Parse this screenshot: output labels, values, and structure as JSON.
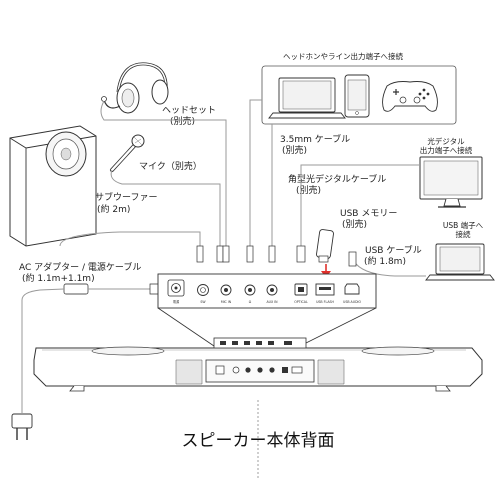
{
  "labels": {
    "headphone_line_out": "ヘッドホンやライン出力端子へ接続",
    "headset": "ヘッドセット",
    "headset_note": "(別売)",
    "mic": "マイク（別売）",
    "cable_35": "3.5mm ケーブル",
    "cable_35_note": "(別売)",
    "optical_in_line1": "光デジタル",
    "optical_in_line2": "出力端子へ接続",
    "subwoofer": "サブウーファー",
    "subwoofer_note": "(約 2m)",
    "optical_cable": "角型光デジタルケーブル",
    "optical_cable_note": "(別売)",
    "usb_memory": "USB メモリー",
    "usb_memory_note": "(別売)",
    "usb_port_line1": "USB 端子へ",
    "usb_port_line2": "接続",
    "usb_cable": "USB ケーブル",
    "usb_cable_note": "(約 1.8m)",
    "ac_adapter": "AC アダプター / 電源ケーブル",
    "ac_adapter_note": "(約 1.1m+1.1m)",
    "caption": "スピーカー本体背面"
  },
  "ports": [
    {
      "id": "dc",
      "label": "電源"
    },
    {
      "id": "sub",
      "label": "SW"
    },
    {
      "id": "mic",
      "label": "MIC IN"
    },
    {
      "id": "phones",
      "label": "Ω"
    },
    {
      "id": "aux",
      "label": "AUX IN"
    },
    {
      "id": "optical",
      "label": "OPTICAL"
    },
    {
      "id": "usb",
      "label": "USB FLASH"
    },
    {
      "id": "pc",
      "label": "USB AUDIO"
    }
  ]
}
